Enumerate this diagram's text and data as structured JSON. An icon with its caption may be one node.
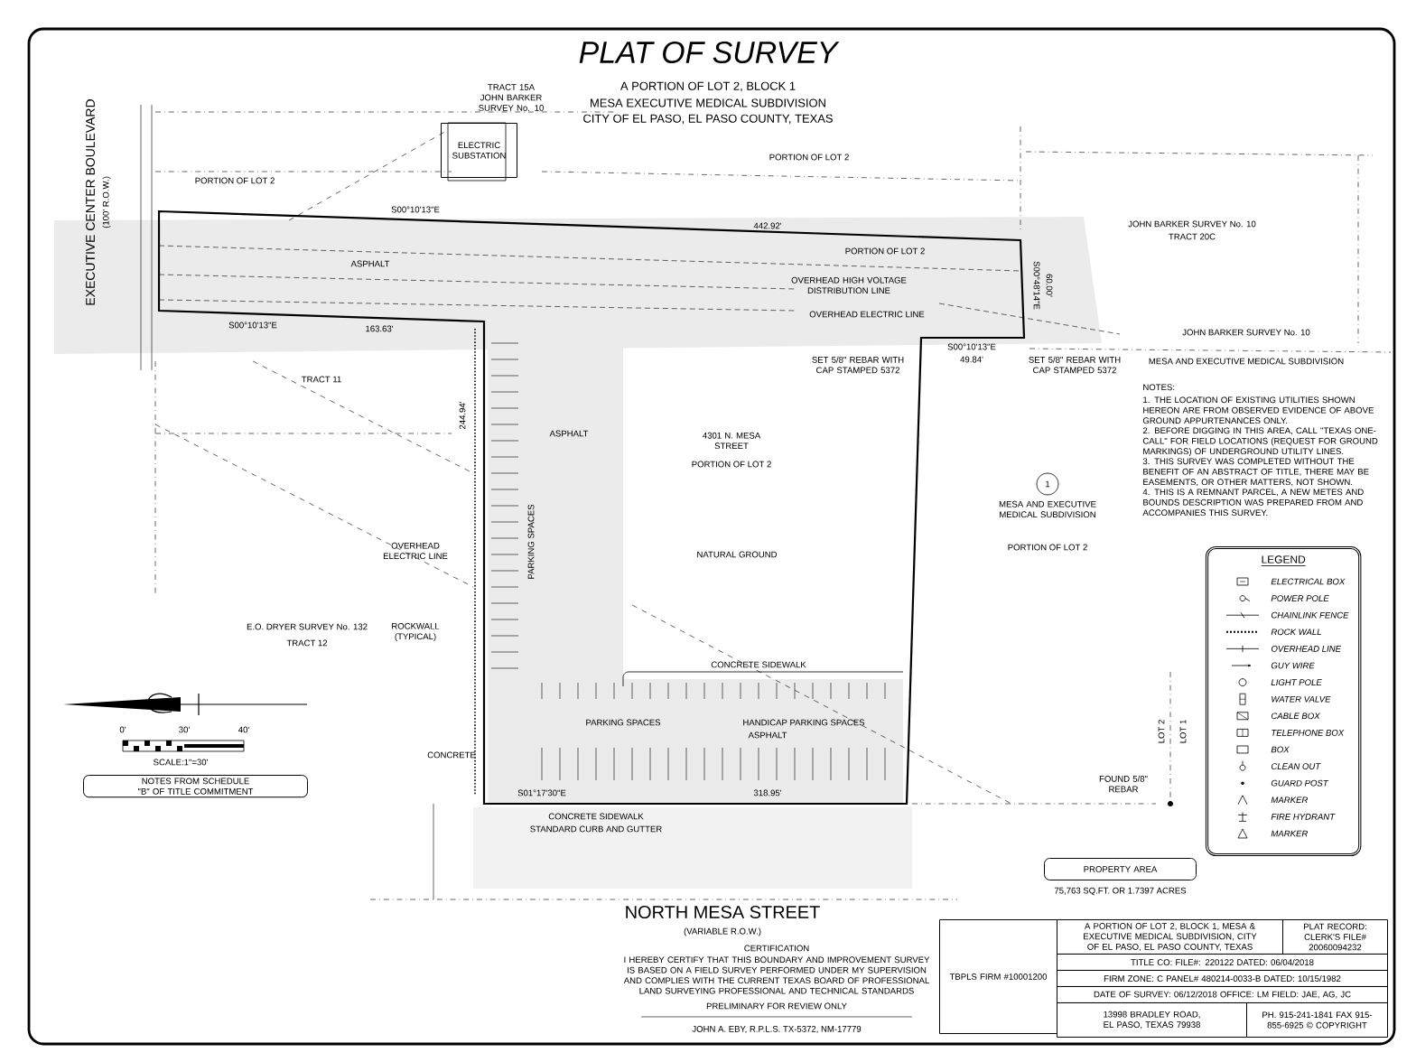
{
  "diagram": {
    "title": "PLAT OF SURVEY",
    "nodes": [
      {
        "text": [
          "ELECTRIC SUBSTATION"
        ]
      },
      {
        "text": [
          "1"
        ]
      },
      {
        "text": [
          "LEGEND"
        ]
      },
      {
        "text": [
          "NOTES FROM SCHEDULE \"B\" OF TITLE COMMITMENT"
        ]
      },
      {
        "text": [
          "PROPERTY AREA"
        ],
        "beside": [
          "75,763 SQ.FT. OR 1.7397 ACRES"
        ]
      },
      {
        "text": [
          "TBPLS FIRM #10001200"
        ]
      },
      {
        "text": [
          "A PORTION OF LOT 2, BLOCK 1, MESA & EXECUTIVE MEDICAL SUBDIVISION, CITY OF EL PASO, EL PASO COUNTY, TEXAS"
        ]
      },
      {
        "text": [
          "PLAT RECORD: CLERK'S FILE# 20060094232"
        ]
      },
      {
        "text": [
          "TITLE CO: FILE#: 220122 DATED: 06/04/2018"
        ]
      },
      {
        "text": [
          "FIRM ZONE: C PANEL# 480214-0033-B DATED: 10/15/1982"
        ]
      },
      {
        "text": [
          "DATE OF SURVEY: 06/12/2018 OFFICE: LM FIELD: JAE, AG, JC"
        ]
      },
      {
        "text": [
          "13998 BRADLEY ROAD, EL PASO, TEXAS 79938"
        ]
      },
      {
        "text": [
          "PH. 915-241-1841 FAX 915-855-6925 © COPYRIGHT"
        ]
      }
    ],
    "labels": [
      "A PORTION OF LOT 2, BLOCK 1",
      "MESA EXECUTIVE MEDICAL SUBDIVISION",
      "CITY OF EL PASO, EL PASO COUNTY, TEXAS",
      "EXECUTIVE CENTER BOULEVARD",
      "(100' R.O.W.)",
      "TRACT 15A JOHN BARKER SURVEY No. 10",
      "PORTION OF LOT 2",
      "PORTION OF LOT 2",
      "S00°10'13\"E",
      "442.92'",
      "PORTION OF LOT 2",
      "JOHN BARKER SURVEY No. 10",
      "TRACT 20C",
      "ASPHALT",
      "OVERHEAD HIGH VOLTAGE DISTRIBUTION LINE",
      "OVERHEAD ELECTRIC LINE",
      "S00°48'14\"E",
      "60.00'",
      "S00°10'13\"E",
      "163.63'",
      "S00°10'13\"E",
      "49.84'",
      "SET 5/8\" REBAR WITH CAP STAMPED 5372",
      "SET 5/8\" REBAR WITH CAP STAMPED 5372",
      "JOHN BARKER SURVEY No. 10",
      "MESA AND EXECUTIVE MEDICAL SUBDIVISION",
      "TRACT 11",
      "244.94'",
      "ASPHALT",
      "PARKING SPACES",
      "4301 N. MESA STREET",
      "PORTION OF LOT 2",
      "NATURAL GROUND",
      "MESA AND EXECUTIVE MEDICAL SUBDIVISION",
      "PORTION OF LOT 2",
      "OVERHEAD ELECTRIC LINE",
      "ROCKWALL (TYPICAL)",
      "E.O. DRYER SURVEY No. 132",
      "TRACT 12",
      "CONCRETE SIDEWALK",
      "PARKING SPACES",
      "HANDICAP PARKING SPACES",
      "ASPHALT",
      "CONCRETE",
      "S01°17'30\"E",
      "318.95'",
      "CONCRETE SIDEWALK",
      "STANDARD CURB AND GUTTER",
      "LOT 2",
      "LOT 1",
      "FOUND 5/8\" REBAR",
      "NORTH MESA STREET",
      "(VARIABLE R.O.W.)",
      "0'",
      "30'",
      "40'",
      "SCALE:1\"=30'",
      "NOTES:",
      "1. THE LOCATION OF EXISTING UTILITIES SHOWN HEREON ARE FROM OBSERVED EVIDENCE OF ABOVE GROUND APPURTENANCES ONLY.",
      "2. BEFORE DIGGING IN THIS AREA, CALL \"TEXAS ONE-CALL\" FOR FIELD LOCATIONS (REQUEST FOR GROUND MARKINGS) OF UNDERGROUND UTILITY LINES.",
      "3. THIS SURVEY WAS COMPLETED WITHOUT THE BENEFIT OF AN ABSTRACT OF TITLE, THERE MAY BE EASEMENTS, OR OTHER MATTERS, NOT SHOWN.",
      "4. THIS IS A REMNANT PARCEL, A NEW METES AND BOUNDS DESCRIPTION WAS PREPARED FROM AND ACCOMPANIES THIS SURVEY.",
      "CERTIFICATION",
      "I HEREBY CERTIFY THAT THIS BOUNDARY AND IMPROVEMENT SURVEY IS BASED ON A FIELD SURVEY PERFORMED UNDER MY SUPERVISION AND COMPLIES WITH THE CURRENT TEXAS BOARD OF PROFESSIONAL LAND SURVEYING PROFESSIONAL AND TECHNICAL STANDARDS",
      "PRELIMINARY FOR REVIEW ONLY",
      "JOHN A. EBY, R.P.L.S. TX-5372, NM-17779"
    ],
    "legend": [
      {
        "text": "ELECTRICAL BOX"
      },
      {
        "text": "POWER POLE"
      },
      {
        "text": "CHAINLINK FENCE"
      },
      {
        "text": "ROCK WALL"
      },
      {
        "text": "OVERHEAD LINE"
      },
      {
        "text": "GUY WIRE"
      },
      {
        "text": "LIGHT POLE"
      },
      {
        "text": "WATER VALVE"
      },
      {
        "text": "CABLE BOX"
      },
      {
        "text": "TELEPHONE BOX"
      },
      {
        "text": "BOX"
      },
      {
        "text": "CLEAN OUT"
      },
      {
        "text": "GUARD POST"
      },
      {
        "text": "MARKER"
      },
      {
        "text": "FIRE HYDRANT"
      },
      {
        "text": "MARKER"
      }
    ]
  }
}
